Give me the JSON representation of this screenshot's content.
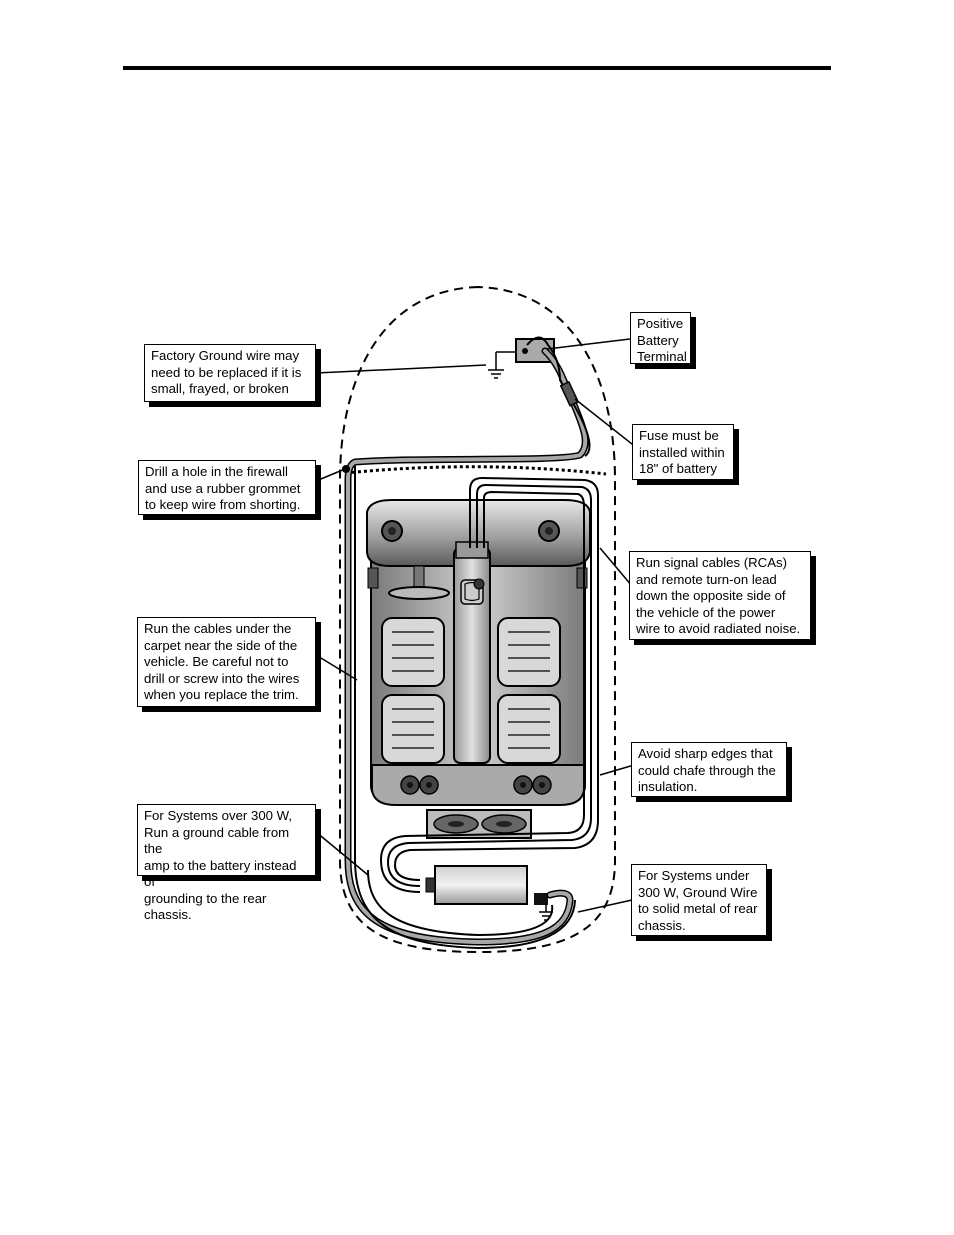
{
  "callouts": {
    "positive_battery": "Positive\nBattery\nTerminal",
    "factory_ground": "Factory Ground wire may\nneed to be replaced if it is\nsmall, frayed, or broken",
    "fuse": "Fuse must be\ninstalled within\n18\" of battery",
    "firewall": "Drill a hole in the firewall\nand use a rubber grommet\nto keep wire from shorting.",
    "signal_cables": "Run signal cables (RCAs)\nand remote turn-on lead\ndown the opposite side of\nthe vehicle of the power\nwire to avoid radiated noise.",
    "carpet": "Run the cables under the\ncarpet near the side of the\nvehicle. Be careful not to\ndrill or screw into the wires\nwhen you replace the trim.",
    "sharp_edges": "Avoid sharp edges that\ncould chafe through the\ninsulation.",
    "over_300w": "For Systems over 300 W,\nRun a ground cable from the\namp to the battery instead of\ngrounding to the rear chassis.",
    "under_300w": "For Systems under\n300 W, Ground Wire\nto solid metal of rear\nchassis."
  },
  "colors": {
    "line": "#000000",
    "power_wire_fill": "#a8a8a8",
    "interior_dark": "#8c8c8c",
    "interior_light": "#d6d6d6",
    "panel": "#bdbdbd"
  }
}
